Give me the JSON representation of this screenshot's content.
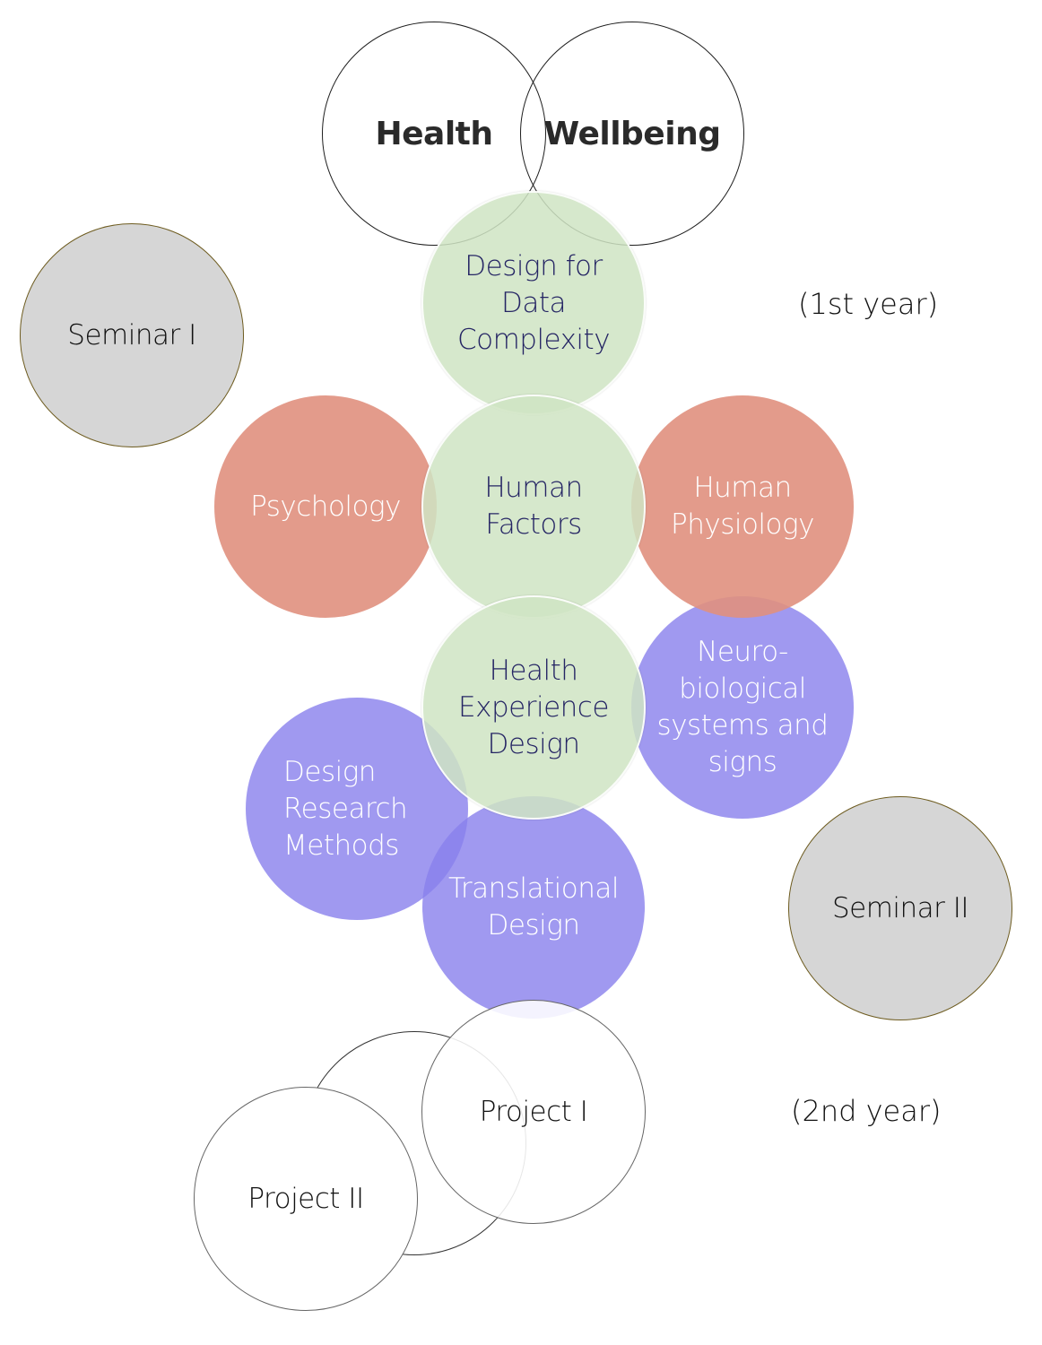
{
  "top": {
    "health": "Health",
    "wellbeing": "Wellbeing"
  },
  "circles": {
    "design_data": [
      "Design for",
      "Data",
      "Complexity"
    ],
    "seminar1": [
      "Seminar I"
    ],
    "psychology": [
      "Psychology"
    ],
    "human_factors": [
      "Human",
      "Factors"
    ],
    "human_physiology": [
      "Human",
      "Physiology"
    ],
    "neuro": [
      "Neuro-",
      "biological",
      "systems and",
      "signs"
    ],
    "health_exp": [
      "Health",
      "Experience",
      "Design"
    ],
    "design_research": [
      "Design",
      "Research",
      "Methods"
    ],
    "translational": [
      "Translational",
      "Design"
    ],
    "seminar2": [
      "Seminar II"
    ],
    "project1": [
      "Project I"
    ],
    "project2": [
      "Project II"
    ]
  },
  "labels": {
    "year1": "(1st year)",
    "year2": "(2nd year)"
  },
  "colors": {
    "green": "#cfe4c3",
    "salmon": "#e0907e",
    "purple": "#8880ec",
    "gray": "#d6d6d6",
    "text_navy": "#252564"
  }
}
